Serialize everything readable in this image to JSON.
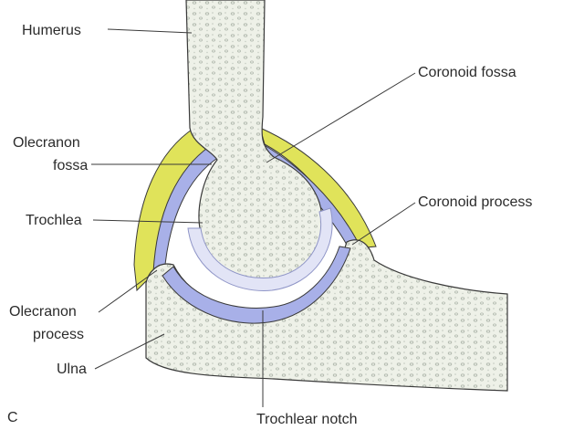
{
  "figure_letter": "C",
  "labels": {
    "humerus": "Humerus",
    "coronoid_fossa": "Coronoid fossa",
    "olecranon_fossa_1": "Olecranon",
    "olecranon_fossa_2": "fossa",
    "trochlea": "Trochlea",
    "coronoid_process": "Coronoid process",
    "olecranon_process_1": "Olecranon",
    "olecranon_process_2": "process",
    "ulna": "Ulna",
    "trochlear_notch": "Trochlear notch"
  },
  "colors": {
    "bone": "#eef1e8",
    "bone_dots": "#b9c0b6",
    "synovial": "#a8b0e8",
    "cartilage": "#e2e4f6",
    "capsule": "#e0e35a",
    "outline": "#3a3a3a"
  }
}
